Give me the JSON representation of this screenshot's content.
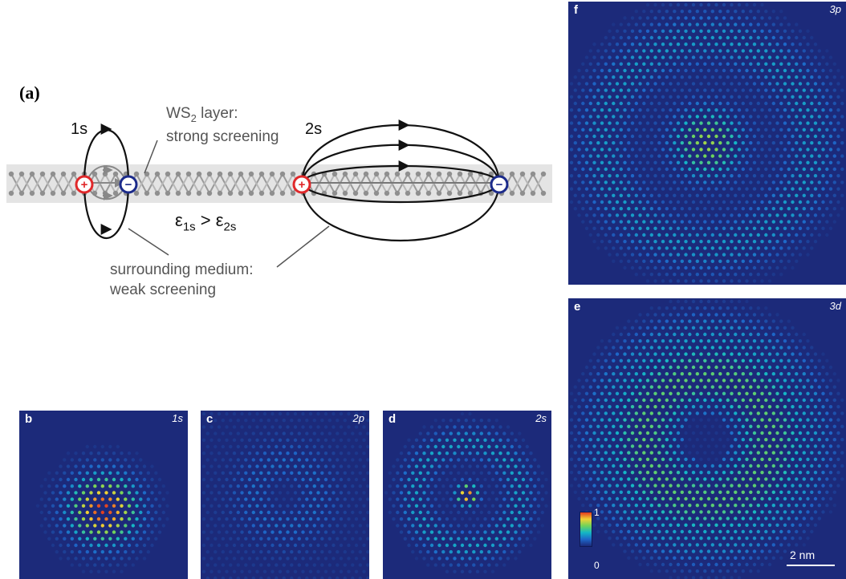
{
  "diagram": {
    "panel_label": "(a)",
    "label_1s": "1s",
    "label_2s": "2s",
    "ws2_line1": "WS",
    "ws2_sub": "2",
    "ws2_line1_rest": " layer:",
    "ws2_line2": "strong screening",
    "eps_1": "ε",
    "eps_1_sub": "1s",
    "eps_gt": " > ε",
    "eps_2_sub": "2s",
    "medium_line1": "surrounding medium:",
    "medium_line2": "weak screening",
    "plus_symbol": "+",
    "minus_symbol": "−",
    "colors": {
      "plus": "#e0282a",
      "minus": "#1b2a8a",
      "layer": "#e4e4e4",
      "arrow": "#111111",
      "annot": "#555555"
    }
  },
  "tiles": [
    {
      "letter": "b",
      "state": "1s"
    },
    {
      "letter": "c",
      "state": "2p"
    },
    {
      "letter": "d",
      "state": "2s"
    },
    {
      "letter": "f",
      "state": "3p"
    },
    {
      "letter": "e",
      "state": "3d"
    }
  ],
  "colorbar": {
    "max": "1",
    "min": "0"
  },
  "scale_bar": {
    "label": "2 nm"
  },
  "colormap": {
    "background": "#1c2a7a",
    "stops": [
      "#1c2a7a",
      "#1e66c8",
      "#14b6c6",
      "#6fd35a",
      "#f1d234",
      "#e23a1f"
    ]
  }
}
